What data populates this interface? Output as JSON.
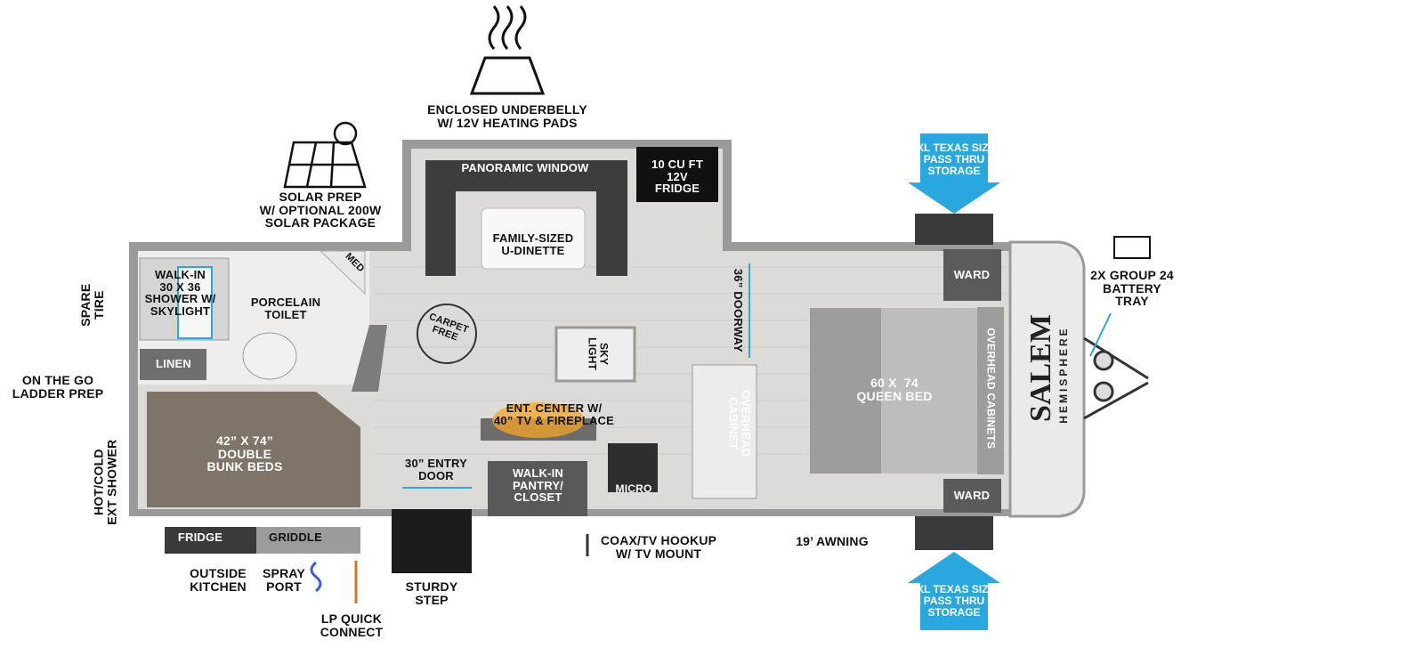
{
  "features": {
    "underbelly": "ENCLOSED UNDERBELLY\nW/ 12V HEATING PADS",
    "solar": "SOLAR PREP\nW/ OPTIONAL 200W\nSOLAR PACKAGE",
    "spare_tire": "SPARE\nTIRE",
    "ladder": "ON THE GO\nLADDER PREP",
    "ext_shower": "HOT/COLD\nEXT SHOWER",
    "outside_kitchen": "OUTSIDE\nKITCHEN",
    "spray_port": "SPRAY\nPORT",
    "lp": "LP QUICK\nCONNECT",
    "step": "STURDY\nSTEP",
    "coax": "COAX/TV HOOKUP\nW/ TV MOUNT",
    "awning": "19’ AWNING",
    "battery": "2X GROUP 24\nBATTERY\nTRAY",
    "storage_top": "XL TEXAS SIZE\nPASS THRU\nSTORAGE",
    "storage_bottom": "XL TEXAS SIZE\nPASS THRU\nSTORAGE"
  },
  "rooms": {
    "panoramic": "PANORAMIC WINDOW",
    "fridge": "10 CU FT\n12V\nFRIDGE",
    "dinette": "FAMILY-SIZED\nU-DINETTE",
    "shower": "WALK-IN\n30 X 36\nSHOWER W/\nSKYLIGHT",
    "toilet": "PORCELAIN\nTOILET",
    "med": "MED",
    "linen": "LINEN",
    "carpet": "CARPET\nFREE",
    "skylight": "SKY\nLIGHT",
    "doorway": "36” DOORWAY",
    "overhead_cabinet": "OVERHEAD\nCABINET",
    "ent_center": "ENT. CENTER W/\n40” TV & FIREPLACE",
    "bunks": "42” X 74”\nDOUBLE\nBUNK BEDS",
    "entry": "30” ENTRY\nDOOR",
    "pantry": "WALK-IN\nPANTRY/\nCLOSET",
    "micro": "MICRO",
    "queen": "60 X  74\nQUEEN BED",
    "ward_top": "WARD",
    "ward_bottom": "WARD",
    "overhead_cabinets": "OVERHEAD CABINETS",
    "outside_fridge": "FRIDGE",
    "griddle": "GRIDDLE"
  },
  "brand": {
    "name": "SALEM",
    "sub": "HEMISPHERE"
  },
  "colors": {
    "floor": "#dcdad6",
    "wall": "#8f8f8f",
    "dark": "#3a3a3a",
    "bunk": "#7d7467",
    "blue": "#29a8e0",
    "fire": "#f5a623"
  }
}
